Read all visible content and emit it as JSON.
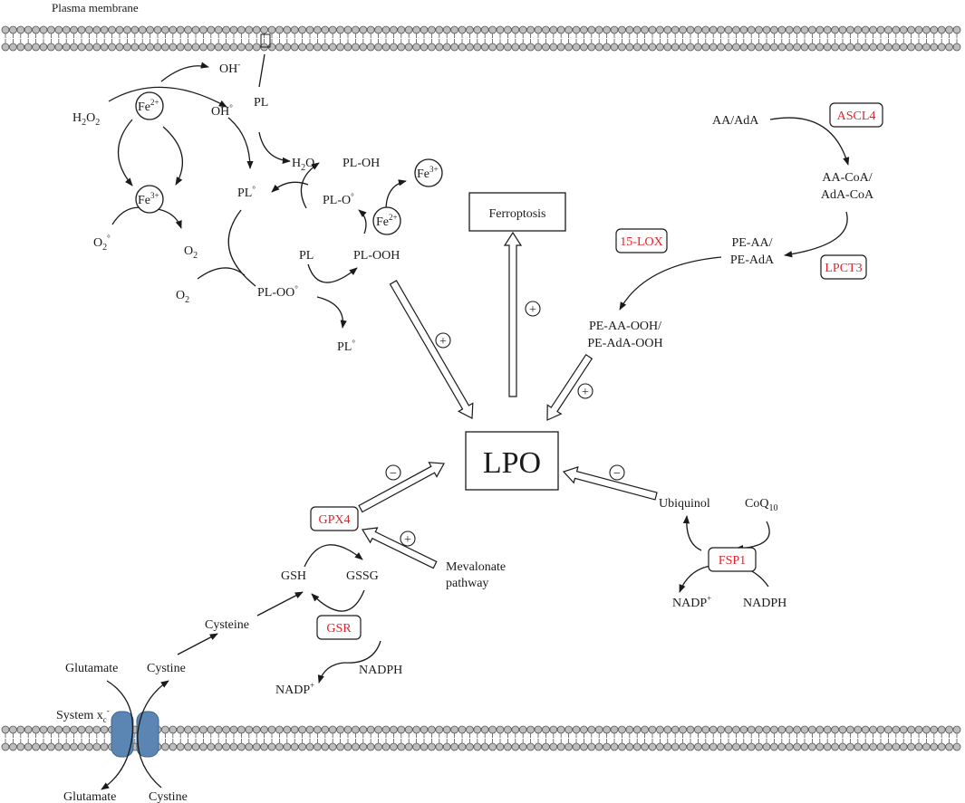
{
  "colors": {
    "line": "#1a1a1a",
    "enzyme": "#e8202a",
    "bead": "#bdbdbd",
    "bead_edge": "#555555",
    "transporter": "#5b86b3",
    "background": "#ffffff"
  },
  "membrane_label": "Plasma membrane",
  "fenton": {
    "h2o2": "H",
    "h2o2_sub1": "2",
    "h2o2_mid": "O",
    "h2o2_sub2": "2",
    "fe2": "Fe",
    "fe2_sup": "2+",
    "fe3": "Fe",
    "fe3_sup": "3+",
    "oh_minus": "OH",
    "oh_minus_sup": "-",
    "oh_rad": "OH",
    "rad_mark": "°",
    "o2_rad": "O",
    "o2_rad_sub": "2",
    "o2_rad_mark": "°",
    "o2": "O",
    "o2_sub": "2"
  },
  "lipid": {
    "pl_top": "PL",
    "h2o": "H",
    "h2o_sub": "2",
    "h2o_end": "O",
    "pl_oh": "PL-OH",
    "pl_rad": "PL",
    "pl_rad_mark": "°",
    "pl_o_rad": "PL-O",
    "pl_o_mark": "°",
    "fe2": "Fe",
    "fe2_sup": "2+",
    "fe3": "Fe",
    "fe3_sup": "3+",
    "pl_mid": "PL",
    "pl_ooh": "PL-OOH",
    "o2": "O",
    "o2_sub": "2",
    "pl_oo_rad": "PL-OO",
    "pl_oo_mark": "°",
    "pl_rad_bottom": "PL",
    "pl_rad_bottom_mark": "°"
  },
  "center": {
    "ferroptosis": "Ferroptosis",
    "lpo": "LPO",
    "plus": "+",
    "minus": "−"
  },
  "pufa": {
    "aa_ada": "AA/AdA",
    "acsl4": "ASCL4",
    "coa_line1": "AA-CoA/",
    "coa_line2": "AdA-CoA",
    "pe_line1": "PE-AA/",
    "pe_line2": "PE-AdA",
    "lpct3": "LPCT3",
    "lox": "15-LOX",
    "ooh_line1": "PE-AA-OOH/",
    "ooh_line2": "PE-AdA-OOH"
  },
  "gpx": {
    "gpx4": "GPX4",
    "gsh": "GSH",
    "gssg": "GSSG",
    "gsr": "GSR",
    "nadp": "NADP",
    "nadp_sup": "+",
    "nadph": "NADPH",
    "mevalonate_line1": "Mevalonate",
    "mevalonate_line2": "pathway",
    "cysteine": "Cysteine",
    "cystine_in": "Cystine",
    "glutamate_in": "Glutamate",
    "system": "System x",
    "system_sub": "c",
    "system_sup": "-",
    "glutamate_out": "Glutamate",
    "cystine_out": "Cystine"
  },
  "fsp1": {
    "ubiquinol": "Ubiquinol",
    "coq": "CoQ",
    "coq_sub": "10",
    "fsp1": "FSP1",
    "nadp": "NADP",
    "nadp_sup": "+",
    "nadph": "NADPH"
  }
}
